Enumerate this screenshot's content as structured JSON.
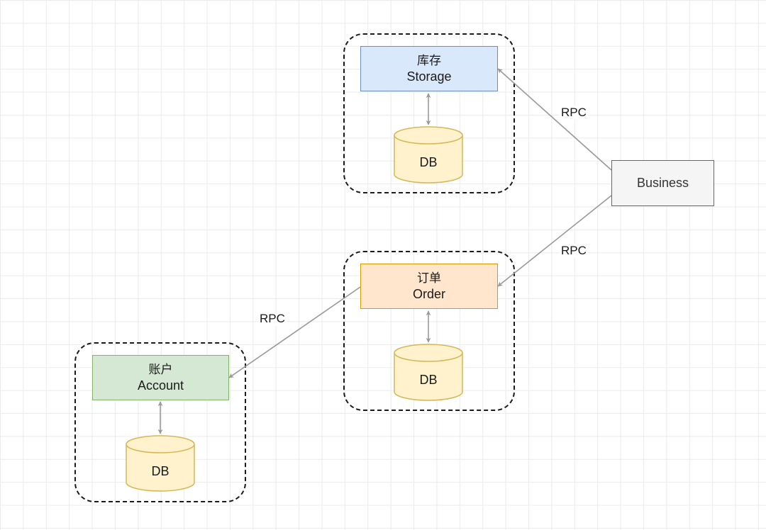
{
  "colors": {
    "storage_fill": "#dae8fc",
    "storage_stroke": "#6c8ebf",
    "order_fill": "#ffe6cc",
    "order_stroke": "#d79b00",
    "account_fill": "#d5e8d4",
    "account_stroke": "#82b366",
    "db_fill": "#fff2cc",
    "db_stroke": "#d6b656",
    "business_fill": "#f5f5f5",
    "business_stroke": "#666666",
    "connector": "#999999"
  },
  "nodes": {
    "storage": {
      "cn": "库存",
      "en": "Storage",
      "db": "DB"
    },
    "order": {
      "cn": "订单",
      "en": "Order",
      "db": "DB"
    },
    "account": {
      "cn": "账户",
      "en": "Account",
      "db": "DB"
    },
    "business": {
      "label": "Business"
    }
  },
  "edges": {
    "business_to_storage": "RPC",
    "business_to_order": "RPC",
    "order_to_account": "RPC"
  }
}
